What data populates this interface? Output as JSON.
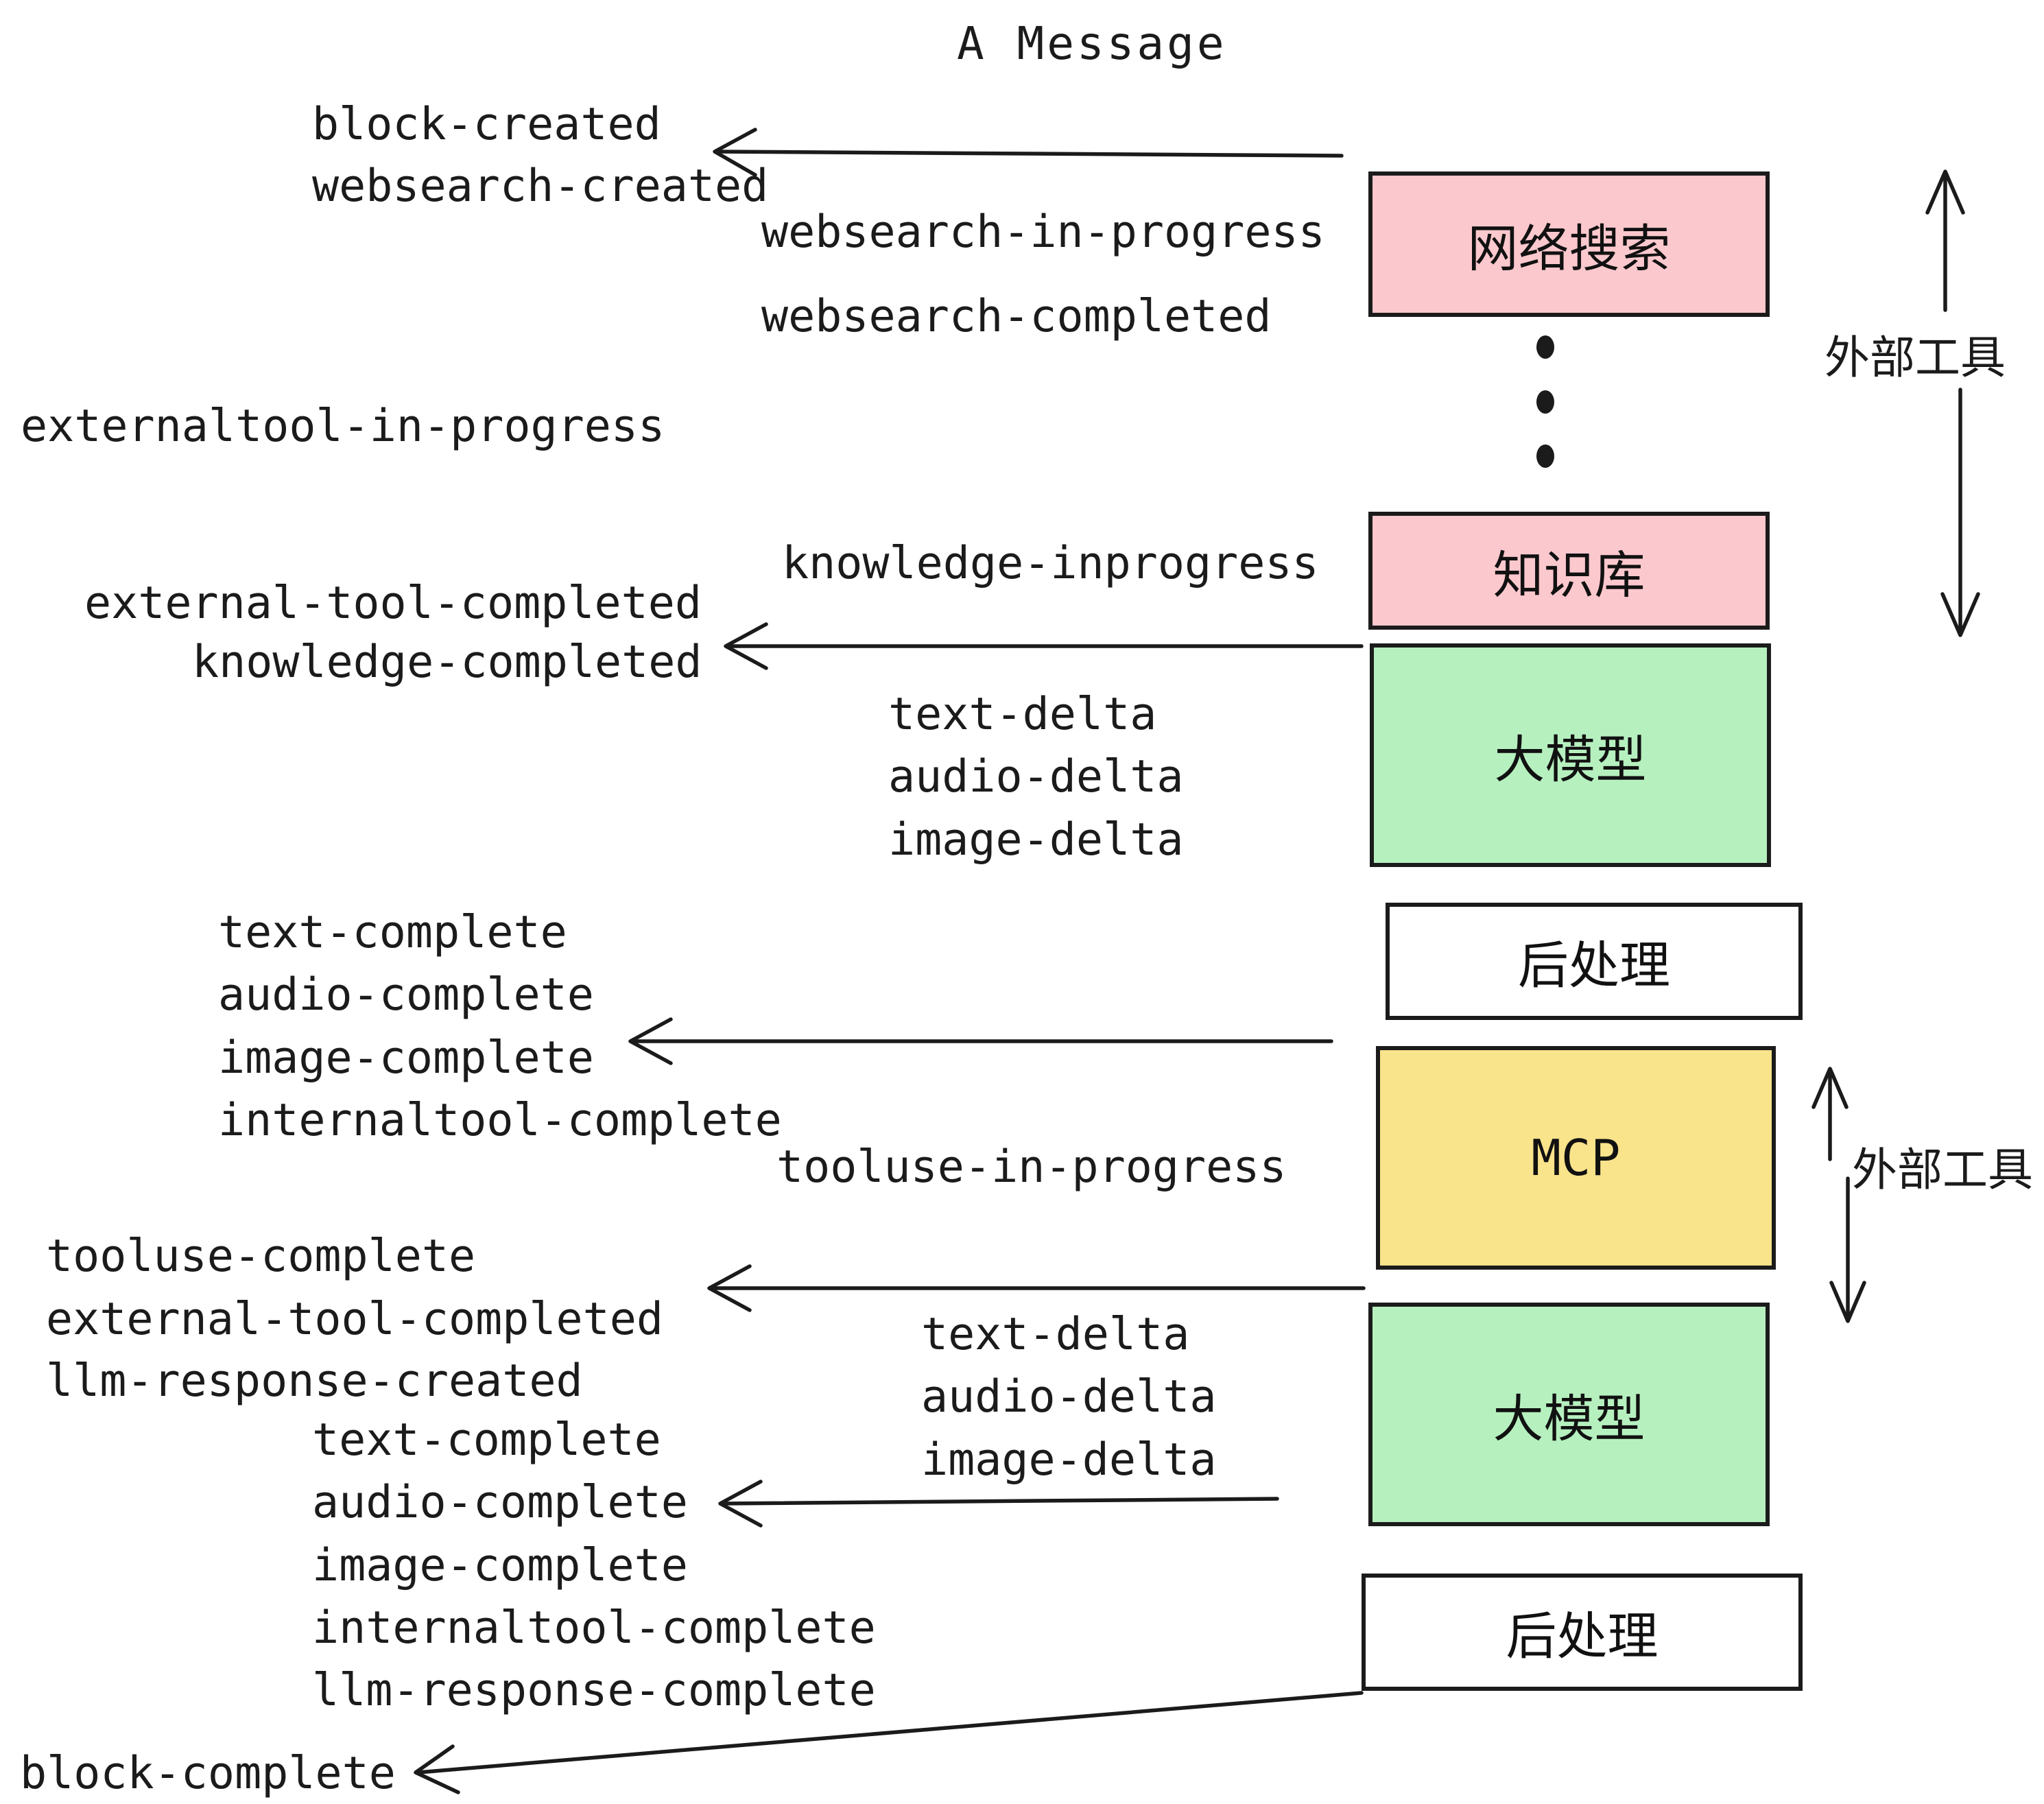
{
  "title": "A Message",
  "colors": {
    "pink": "#fbc8cd",
    "green": "#b6f0bf",
    "yellow": "#f9e38b",
    "white": "#ffffff",
    "ink": "#1b1b1b"
  },
  "boxes": {
    "websearch": {
      "label": "网络搜索",
      "fill": "#fbc8cd"
    },
    "knowledge": {
      "label": "知识库",
      "fill": "#fbc8cd"
    },
    "llm1": {
      "label": "大模型",
      "fill": "#b6f0bf"
    },
    "post1": {
      "label": "后处理",
      "fill": "#ffffff"
    },
    "mcp": {
      "label": "MCP",
      "fill": "#f9e38b"
    },
    "llm2": {
      "label": "大模型",
      "fill": "#b6f0bf"
    },
    "post2": {
      "label": "后处理",
      "fill": "#ffffff"
    }
  },
  "annotations": {
    "external_tools_top": "外部工具",
    "external_tools_mid": "外部工具"
  },
  "labels": {
    "block_created": "block-created",
    "websearch_created": "websearch-created",
    "websearch_in_progress": "websearch-in-progress",
    "websearch_completed": "websearch-completed",
    "externaltool_in_progress": "externaltool-in-progress",
    "knowledge_inprogress": "knowledge-inprogress",
    "external_tool_completed": "external-tool-completed",
    "knowledge_completed": "knowledge-completed",
    "delta1": [
      "text-delta",
      "audio-delta",
      "image-delta"
    ],
    "complete1": [
      "text-complete",
      "audio-complete",
      "image-complete",
      "internaltool-complete"
    ],
    "tooluse_in_progress": "tooluse-in-progress",
    "tooluse_complete": "tooluse-complete",
    "external_tool_completed_2": "external-tool-completed",
    "llm_response_created": "llm-response-created",
    "delta2": [
      "text-delta",
      "audio-delta",
      "image-delta"
    ],
    "complete2": [
      "text-complete",
      "audio-complete",
      "image-complete",
      "internaltool-complete",
      "llm-response-complete"
    ],
    "block_complete": "block-complete"
  }
}
